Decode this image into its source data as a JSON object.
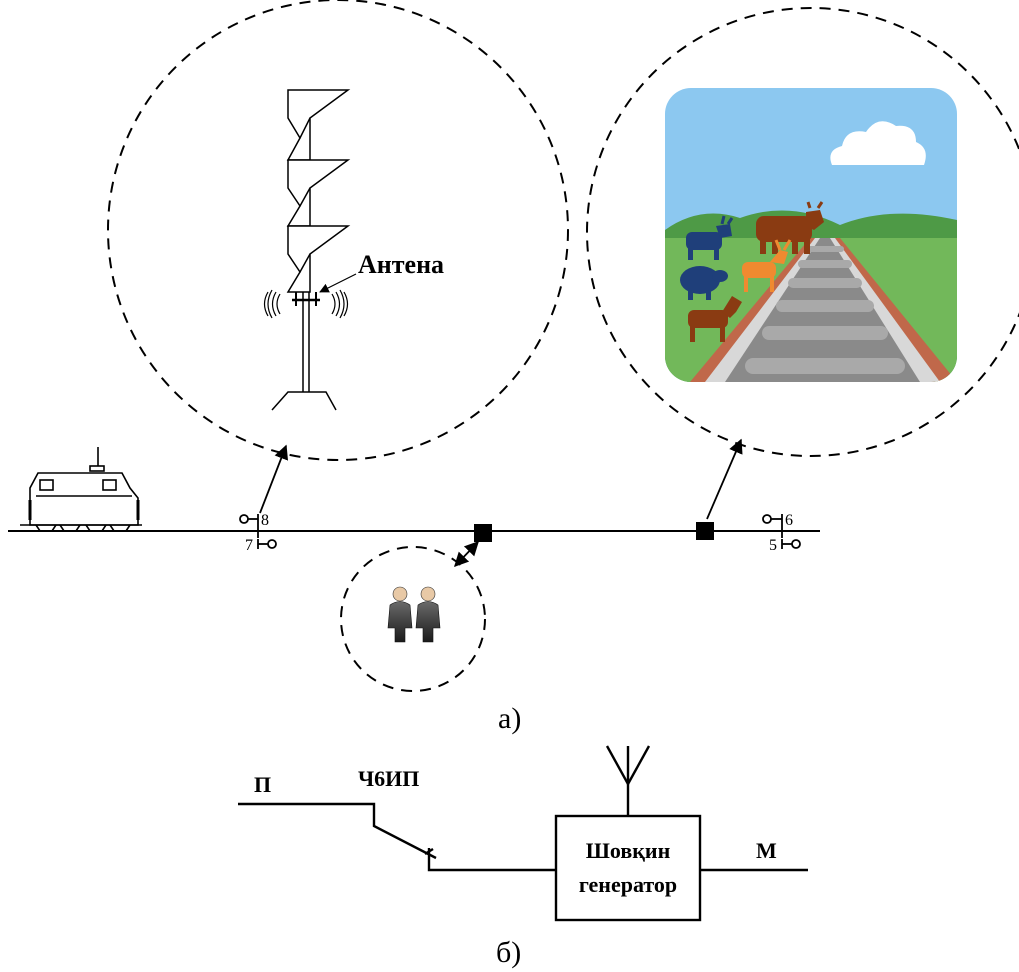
{
  "part_a": {
    "caption": "а)",
    "antenna_label": "Антена",
    "signals": {
      "s8": "8",
      "s7": "7",
      "s6": "6",
      "s5": "5"
    }
  },
  "part_b": {
    "caption": "б)",
    "left_label": "П",
    "switch_label": "Ч6ИП",
    "right_label": "М",
    "generator_line1": "Шовқин",
    "generator_line2": "генератор"
  },
  "colors": {
    "sky": "#8cc8f0",
    "grass": "#72b85a",
    "hills": "#4e9a46",
    "rail_bed": "#c0684a",
    "sleeper": "#a9a9a9",
    "animal_dark": "#1f3f7a",
    "animal_brown": "#8a3b12",
    "animal_orange": "#f08a30"
  }
}
